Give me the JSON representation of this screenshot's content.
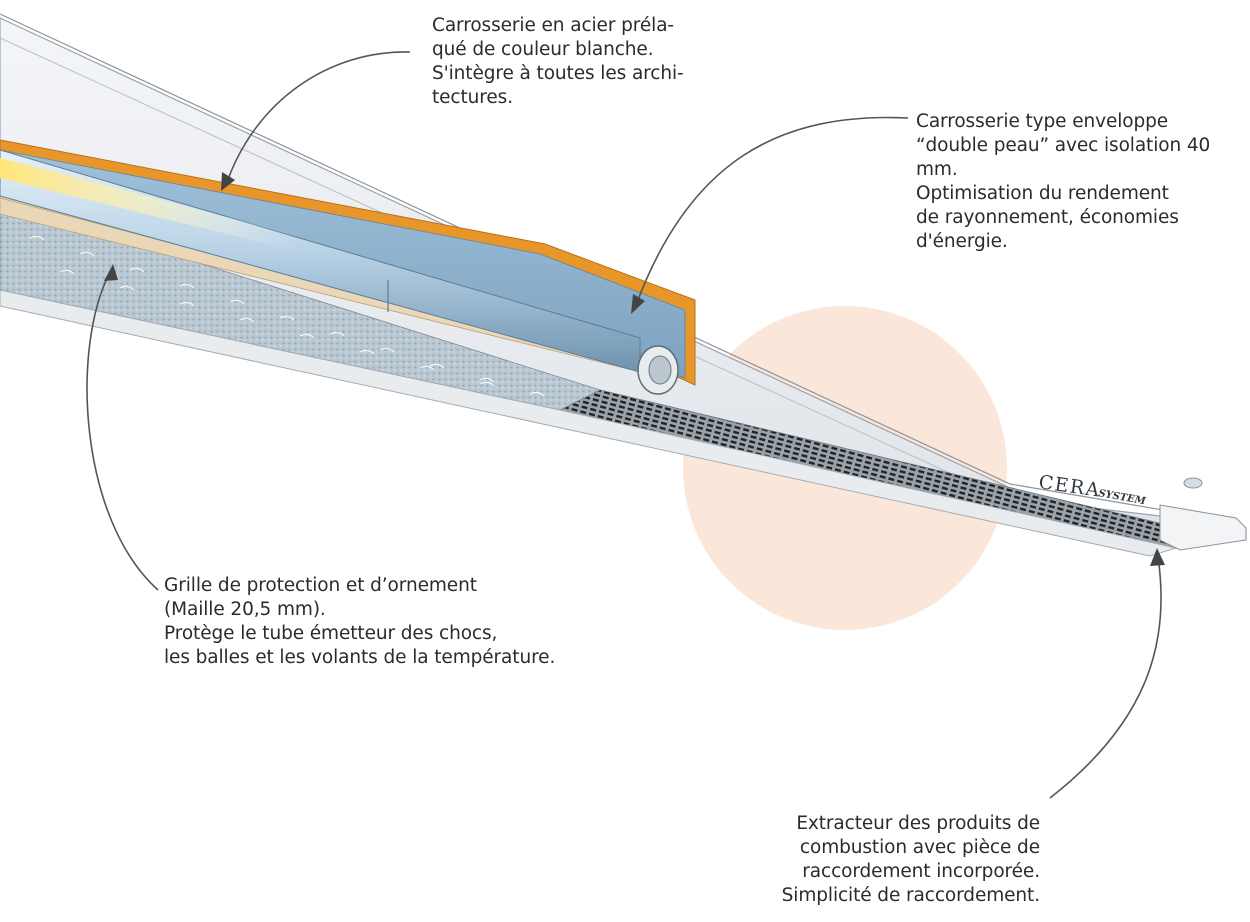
{
  "brand": {
    "wordmark_main": "CERA",
    "wordmark_sub": "SYSTEM"
  },
  "annotations": {
    "body_steel": {
      "lines": [
        "Carrosserie en acier préla-",
        "qué de couleur blanche.",
        "S'intègre à toutes les archi-",
        "tectures."
      ]
    },
    "double_skin": {
      "lines": [
        "Carrosserie type enveloppe",
        "“double peau” avec isolation 40",
        "mm.",
        "Optimisation du rendement",
        "de rayonnement, économies",
        "d'énergie."
      ]
    },
    "grille": {
      "lines": [
        "Grille de protection et d’ornement",
        "(Maille 20,5 mm).",
        "Protège le tube émetteur des chocs,",
        "les balles et les volants de la température."
      ]
    },
    "extractor": {
      "lines": [
        "Extracteur des produits de",
        "combustion avec pièce de",
        "raccordement incorporée.",
        "Simplicité de raccordement."
      ]
    }
  },
  "colors": {
    "accent_circle": "#fbe6da",
    "insulation_orange": "#e8962a",
    "tube_blue": "#a9c7dd",
    "housing_grey": "#e7eaee",
    "leader_line": "#555555"
  }
}
